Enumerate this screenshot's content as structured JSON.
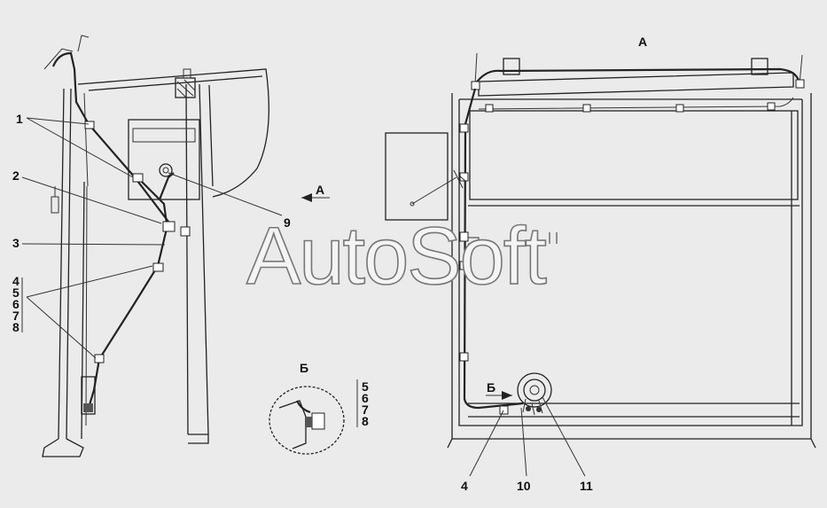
{
  "watermark": "AutoSoft",
  "views": {
    "a_title": "А",
    "b_title": "Б",
    "a_arrow": "А",
    "b_arrow": "Б"
  },
  "callouts": {
    "c1": "1",
    "c2": "2",
    "c3": "3",
    "c4": "4",
    "c5": "5",
    "c6": "6",
    "c7": "7",
    "c8": "8",
    "c9": "9",
    "c10": "10",
    "c11": "11"
  }
}
